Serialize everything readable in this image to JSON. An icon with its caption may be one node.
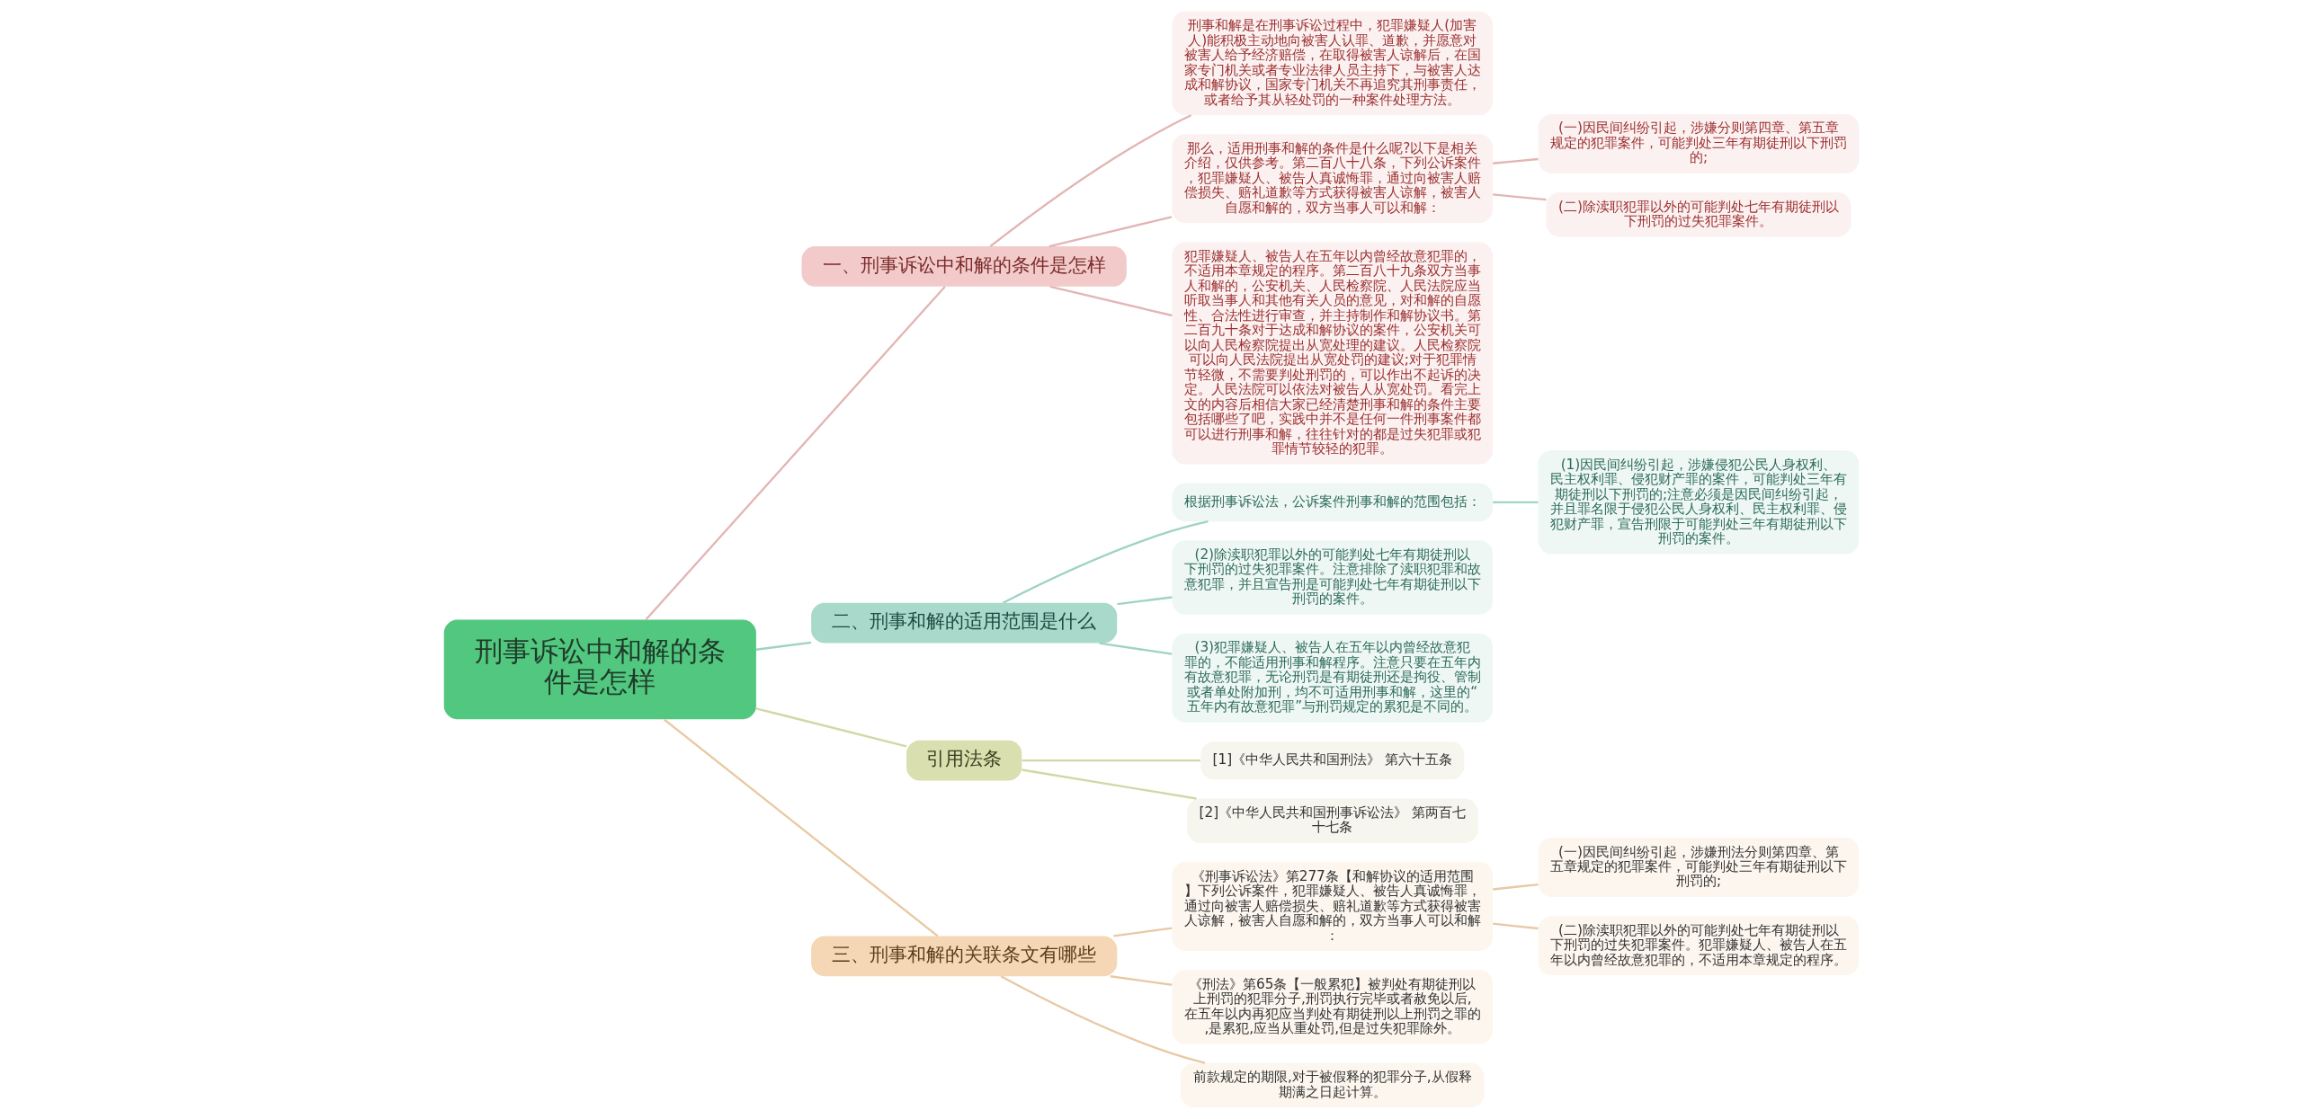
{
  "diagram": {
    "nodes": [
      {
        "text": [
          "刑事诉讼中和解的条件是怎样"
        ]
      },
      {
        "text": [
          "一、刑事诉讼中和解的条件是怎样"
        ]
      },
      {
        "text": [
          "刑事和解是在刑事诉讼过程中，犯罪嫌疑人(加害人)能积极主动地向被害人认罪、道歉，并愿意对被害人给予经济赔偿，在取得被害人谅解后，在国家专门机关或者专业法律人员主持下，与被害人达成和解协议，国家专门机关不再追究其刑事责任，或者给予其从轻处罚的一种案件处理方法。"
        ]
      },
      {
        "text": [
          "那么，适用刑事和解的条件是什么呢?以下是相关介绍，仅供参考。第二百八十八条，下列公诉案件，犯罪嫌疑人、被告人真诚悔罪，通过向被害人赔偿损失、赔礼道歉等方式获得被害人谅解，被害人自愿和解的，双方当事人可以和解："
        ]
      },
      {
        "text": [
          "(一)因民间纠纷引起，涉嫌分则第四章、第五章规定的犯罪案件，可能判处三年有期徒刑以下刑罚的;"
        ]
      },
      {
        "text": [
          "(二)除渎职犯罪以外的可能判处七年有期徒刑以下刑罚的过失犯罪案件。"
        ]
      },
      {
        "text": [
          "犯罪嫌疑人、被告人在五年以内曾经故意犯罪的，不适用本章规定的程序。第二百八十九条双方当事人和解的，公安机关、人民检察院、人民法院应当听取当事人和其他有关人员的意见，对和解的自愿性、合法性进行审查，并主持制作和解协议书。第二百九十条对于达成和解协议的案件，公安机关可以向人民检察院提出从宽处理的建议。人民检察院可以向人民法院提出从宽处罚的建议;对于犯罪情节轻微，不需要判处刑罚的，可以作出不起诉的决定。人民法院可以依法对被告人从宽处罚。看完上文的内容后相信大家已经清楚刑事和解的条件主要包括哪些了吧，实践中并不是任何一件刑事案件都可以进行刑事和解，往往针对的都是过失犯罪或犯罪情节较轻的犯罪。"
        ]
      },
      {
        "text": [
          "二、刑事和解的适用范围是什么"
        ]
      },
      {
        "text": [
          "根据刑事诉讼法，公诉案件刑事和解的范围包括："
        ]
      },
      {
        "text": [
          "(1)因民间纠纷引起，涉嫌侵犯公民人身权利、民主权利罪、侵犯财产罪的案件，可能判处三年有期徒刑以下刑罚的;注意必须是因民间纠纷引起，并且罪名限于侵犯公民人身权利、民主权利罪、侵犯财产罪，宣告刑限于可能判处三年有期徒刑以下刑罚的案件。"
        ]
      },
      {
        "text": [
          "(2)除渎职犯罪以外的可能判处七年有期徒刑以下刑罚的过失犯罪案件。注意排除了渎职犯罪和故意犯罪，并且宣告刑是可能判处七年有期徒刑以下刑罚的案件。"
        ]
      },
      {
        "text": [
          "(3)犯罪嫌疑人、被告人在五年以内曾经故意犯罪的，不能适用刑事和解程序。注意只要在五年内有故意犯罪，无论刑罚是有期徒刑还是拘役、管制或者单处附加刑，均不可适用刑事和解，这里的“五年内有故意犯罪”与刑罚规定的累犯是不同的。"
        ]
      },
      {
        "text": [
          "引用法条"
        ]
      },
      {
        "text": [
          "[1]《中华人民共和国刑法》 第六十五条"
        ]
      },
      {
        "text": [
          "[2]《中华人民共和国刑事诉讼法》 第两百七十七条"
        ]
      },
      {
        "text": [
          "三、刑事和解的关联条文有哪些"
        ]
      },
      {
        "text": [
          "《刑事诉讼法》第277条【和解协议的适用范围】下列公诉案件，犯罪嫌疑人、被告人真诚悔罪，通过向被害人赔偿损失、赔礼道歉等方式获得被害人谅解，被害人自愿和解的，双方当事人可以和解："
        ]
      },
      {
        "text": [
          "(一)因民间纠纷引起，涉嫌刑法分则第四章、第五章规定的犯罪案件，可能判处三年有期徒刑以下刑罚的;"
        ]
      },
      {
        "text": [
          "(二)除渎职犯罪以外的可能判处七年有期徒刑以下刑罚的过失犯罪案件。犯罪嫌疑人、被告人在五年以内曾经故意犯罪的，不适用本章规定的程序。"
        ]
      },
      {
        "text": [
          "《刑法》第65条【一般累犯】被判处有期徒刑以上刑罚的犯罪分子,刑罚执行完毕或者赦免以后,在五年以内再犯应当判处有期徒刑以上刑罚之罪的,是累犯,应当从重处罚,但是过失犯罪除外。"
        ]
      },
      {
        "text": [
          "前款规定的期限,对于被假释的犯罪分子,从假释期满之日起计算。"
        ]
      }
    ],
    "edges": [
      {
        "from": 0,
        "to": 1,
        "arrow": "none",
        "color": "#e3b5b5"
      },
      {
        "from": 1,
        "to": 2,
        "arrow": "none",
        "color": "#e3b5b5"
      },
      {
        "from": 1,
        "to": 3,
        "arrow": "none",
        "color": "#e3b5b5"
      },
      {
        "from": 3,
        "to": 4,
        "arrow": "none",
        "color": "#e3b5b5"
      },
      {
        "from": 3,
        "to": 5,
        "arrow": "none",
        "color": "#e3b5b5"
      },
      {
        "from": 1,
        "to": 6,
        "arrow": "none",
        "color": "#e3b5b5"
      },
      {
        "from": 0,
        "to": 7,
        "arrow": "none",
        "color": "#9fd3c4"
      },
      {
        "from": 7,
        "to": 8,
        "arrow": "none",
        "color": "#9fd3c4"
      },
      {
        "from": 8,
        "to": 9,
        "arrow": "none",
        "color": "#9fd3c4"
      },
      {
        "from": 7,
        "to": 10,
        "arrow": "none",
        "color": "#9fd3c4"
      },
      {
        "from": 7,
        "to": 11,
        "arrow": "none",
        "color": "#9fd3c4"
      },
      {
        "from": 0,
        "to": 12,
        "arrow": "none",
        "color": "#cfd9a6"
      },
      {
        "from": 12,
        "to": 13,
        "arrow": "none",
        "color": "#cfd9a6"
      },
      {
        "from": 12,
        "to": 14,
        "arrow": "none",
        "color": "#cfd9a6"
      },
      {
        "from": 0,
        "to": 15,
        "arrow": "none",
        "color": "#e8c9a4"
      },
      {
        "from": 15,
        "to": 16,
        "arrow": "none",
        "color": "#e8c9a4"
      },
      {
        "from": 16,
        "to": 17,
        "arrow": "none",
        "color": "#e8c9a4"
      },
      {
        "from": 16,
        "to": 18,
        "arrow": "none",
        "color": "#e8c9a4"
      },
      {
        "from": 15,
        "to": 19,
        "arrow": "none",
        "color": "#e8c9a4"
      },
      {
        "from": 15,
        "to": 20,
        "arrow": "none",
        "color": "#e8c9a4"
      }
    ]
  }
}
